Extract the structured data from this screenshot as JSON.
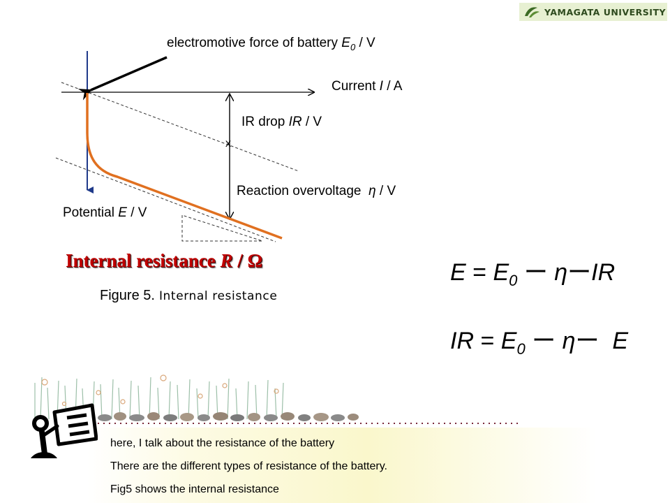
{
  "logo": {
    "text": "YAMAGATA UNIVERSITY"
  },
  "diagram": {
    "emf_label": {
      "text": "electromotive force of battery ",
      "symbol": "E",
      "sub": "0",
      "unit": " / V"
    },
    "current_label": {
      "text": "Current ",
      "symbol": "I",
      "unit": " / A"
    },
    "ir_drop_label": {
      "text": "IR drop ",
      "symbol": "IR",
      "unit": " / V"
    },
    "overvoltage_label": {
      "text": "Reaction overvoltage  ",
      "symbol": "η",
      "unit": " / V"
    },
    "potential_label": {
      "text": "Potential ",
      "symbol": "E",
      "unit": " / V"
    },
    "resistance_title": {
      "text": "Internal resistance ",
      "symbol": "R",
      "unit": " / Ω"
    },
    "caption": {
      "main": "Figure 5.",
      "sub": " Internal resistance"
    },
    "colors": {
      "curve": "#e07020",
      "axis_arrow": "#1f3a8a",
      "title_red": "#c00000"
    }
  },
  "equations": {
    "eq1": {
      "lhs": "E",
      "eq": " = ",
      "a": "E",
      "a_sub": "0",
      "m1": " ー ",
      "b": "η",
      "m2": "ー",
      "c": "IR"
    },
    "eq2": {
      "lhs": "IR",
      "eq": " = ",
      "a": "E",
      "a_sub": "0",
      "m1": " ー ",
      "b": "η",
      "m2": "ー ",
      "c": " E"
    }
  },
  "notes": [
    "here, I talk about the resistance of the battery",
    "There are the different types of resistance of the battery.",
    "Fig5 shows the internal resistance"
  ],
  "icons": {
    "logo": "yamagata-leaf-logo-icon",
    "presenter": "presenter-board-icon",
    "grass": "grass-pebbles-decoration-icon"
  }
}
